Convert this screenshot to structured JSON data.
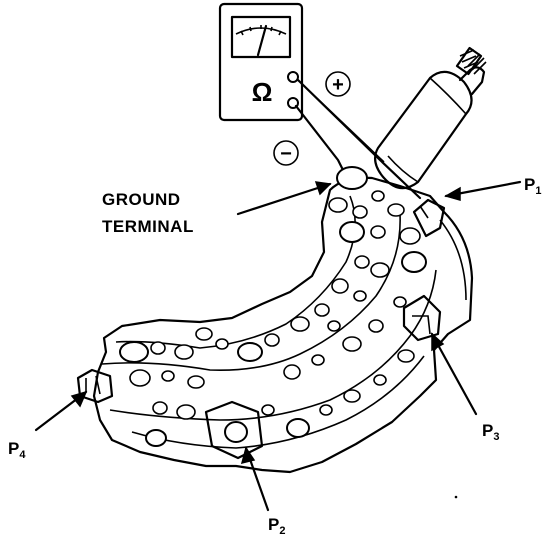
{
  "diagram": {
    "meter": {
      "ohm_symbol": "Ω",
      "plus_symbol": "+",
      "minus_symbol": "−"
    },
    "labels": {
      "ground_terminal_line1": "GROUND",
      "ground_terminal_line2": "TERMINAL",
      "p1": {
        "letter": "P",
        "sub": "1"
      },
      "p2": {
        "letter": "P",
        "sub": "2"
      },
      "p3": {
        "letter": "P",
        "sub": "3"
      },
      "p4": {
        "letter": "P",
        "sub": "4"
      }
    },
    "colors": {
      "ink": "#000000",
      "paper": "#ffffff"
    }
  }
}
